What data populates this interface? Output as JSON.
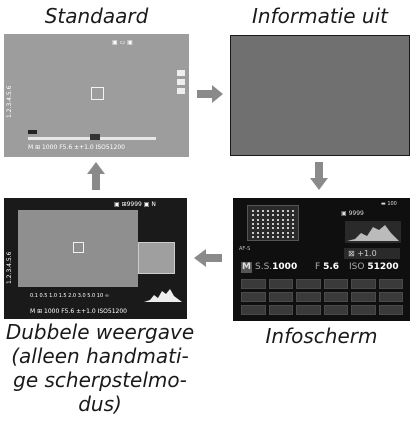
{
  "captions": {
    "standard": "Standaard",
    "info_off": "Informatie uit",
    "dual": [
      "Dubbele weergave",
      "(alleen handmati-",
      "ge scherpstelmo-",
      "dus)"
    ],
    "info_screen": "Infoscherm"
  },
  "screen_standard": {
    "status": "M  ⊞ 1000   F5.6  ±+1.0  ISO51200",
    "vertical_label": "1.2.3.4.5.6"
  },
  "screen_dual": {
    "counter": "9999",
    "distance_scale": "0.1 0.5 1.0  1.5  2.0  3.0  5.0  10 ∞",
    "status": "M ⊞ 1000   F5.6  ±+1.0  ISO51200",
    "vertical_label": "1.2.3.4.5.6"
  },
  "screen_info": {
    "frames": "9999",
    "ev": "+1.0",
    "mode": "M",
    "shutter_label": "S.S.",
    "shutter_value": "1000",
    "aperture_label": "F",
    "aperture_value": "5.6",
    "iso_label": "ISO",
    "iso_value": "51200"
  },
  "colors": {
    "arrow": "#8a8a8a"
  },
  "icons": [
    "arrow-right-icon",
    "arrow-down-icon",
    "arrow-left-icon",
    "arrow-up-icon"
  ]
}
